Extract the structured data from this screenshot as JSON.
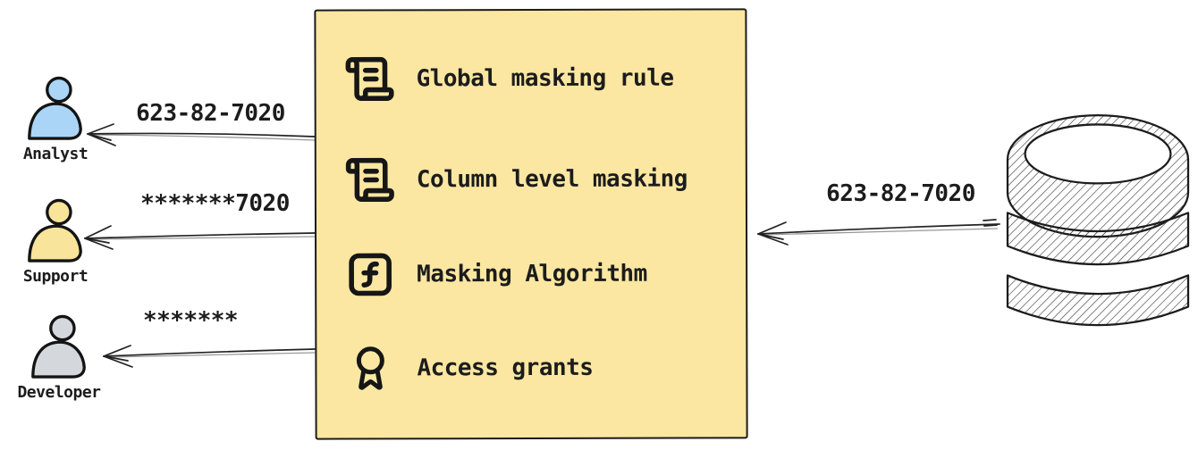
{
  "diagram": {
    "masking_box": {
      "background": "#fbe7a1",
      "items": [
        {
          "label": "Global masking rule",
          "icon": "scroll-text"
        },
        {
          "label": "Column level masking",
          "icon": "scroll-text"
        },
        {
          "label": "Masking Algorithm",
          "icon": "function-square"
        },
        {
          "label": "Access grants",
          "icon": "award"
        }
      ]
    },
    "personas": [
      {
        "name": "Analyst",
        "color": "#abd5f6",
        "received_value": "623-82-7020"
      },
      {
        "name": "Support",
        "color": "#f8e49a",
        "received_value": "*******7020"
      },
      {
        "name": "Developer",
        "color": "#d4d7db",
        "received_value": "*******"
      }
    ],
    "database": {
      "icon": "database",
      "outgoing_value": "623-82-7020"
    }
  }
}
